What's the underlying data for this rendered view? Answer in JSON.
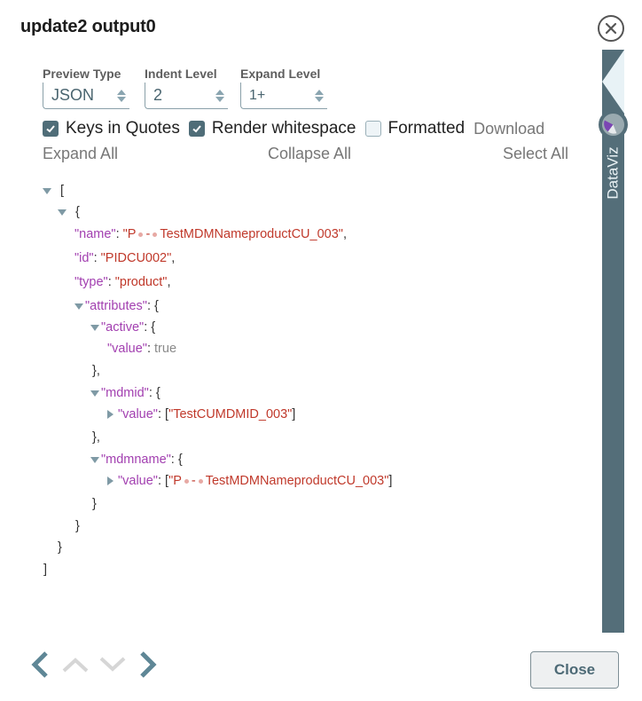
{
  "dialog": {
    "title": "update2 output0",
    "close_icon": "circle-x-icon"
  },
  "controls": {
    "preview_type": {
      "label": "Preview Type",
      "value": "JSON"
    },
    "indent_level": {
      "label": "Indent Level",
      "value": "2"
    },
    "expand_level": {
      "label": "Expand Level",
      "value": "1+"
    }
  },
  "options": {
    "keys_in_quotes": {
      "label": "Keys in Quotes",
      "checked": true
    },
    "render_whitespace": {
      "label": "Render whitespace",
      "checked": true
    },
    "formatted": {
      "label": "Formatted",
      "checked": false
    },
    "download": "Download"
  },
  "actions": {
    "expand_all": "Expand All",
    "collapse_all": "Collapse All",
    "select_all": "Select All"
  },
  "json_tree": {
    "open_array": "[",
    "open_obj": "{",
    "name_key": "\"name\"",
    "name_val_prefix": "\"P",
    "name_val_dash": "-",
    "name_val_suffix": "TestMDMNameproductCU_003\"",
    "id_key": "\"id\"",
    "id_val": "\"PIDCU002\"",
    "type_key": "\"type\"",
    "type_val": "\"product\"",
    "attributes_key": "\"attributes\"",
    "active_key": "\"active\"",
    "active_value_key": "\"value\"",
    "active_value": "true",
    "mdmid_key": "\"mdmid\"",
    "mdmid_value_key": "\"value\"",
    "mdmid_value": "\"TestCUMDMID_003\"",
    "mdmname_key": "\"mdmname\"",
    "mdmname_value_key": "\"value\"",
    "mdmname_val_prefix": "\"P",
    "mdmname_val_dash": "-",
    "mdmname_val_suffix": "TestMDMNameproductCU_003\"",
    "close_obj_comma": "},",
    "close_obj": "}",
    "close_array": "]",
    "colon": ":",
    "comma": ",",
    "lbracket": "[",
    "rbracket": "]"
  },
  "sidebar": {
    "label": "DataViz",
    "icon": "pie-chart-icon",
    "color": "#546e79"
  },
  "footer": {
    "prev_icon": "chevron-left-icon",
    "up_icon": "chevron-up-icon",
    "down_icon": "chevron-down-icon",
    "next_icon": "chevron-right-icon",
    "close_label": "Close"
  },
  "colors": {
    "key": "#a23fb0",
    "string": "#c0392b",
    "boolean": "#8a8a8a",
    "accent": "#546e79"
  }
}
